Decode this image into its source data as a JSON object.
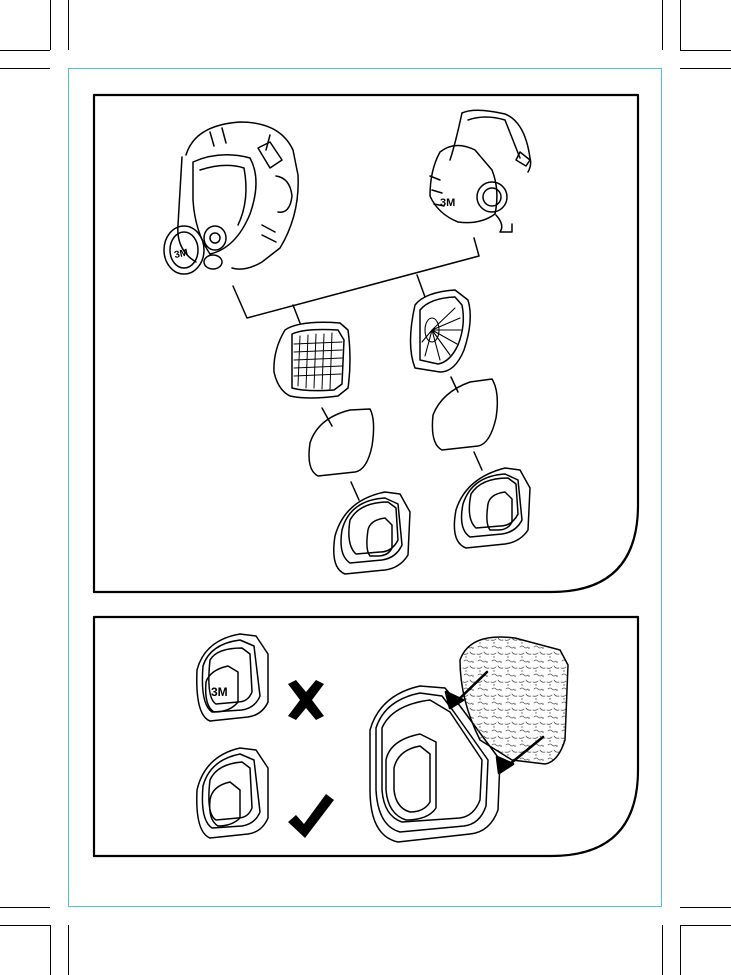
{
  "document": {
    "brand_mark": "3M",
    "panels": [
      {
        "name": "assembly-diagram",
        "shape": "rounded-bottom-right"
      },
      {
        "name": "filter-orientation-diagram",
        "shape": "rounded-bottom-right"
      }
    ],
    "symbols": {
      "incorrect": "cross-mark-icon",
      "correct": "check-mark-icon",
      "insert_direction": "arrow-icon"
    }
  },
  "colors": {
    "line": "#000000",
    "trim_guide": "#4fc3d0",
    "paper": "#ffffff",
    "pad_texture": "#d9d9d9"
  }
}
